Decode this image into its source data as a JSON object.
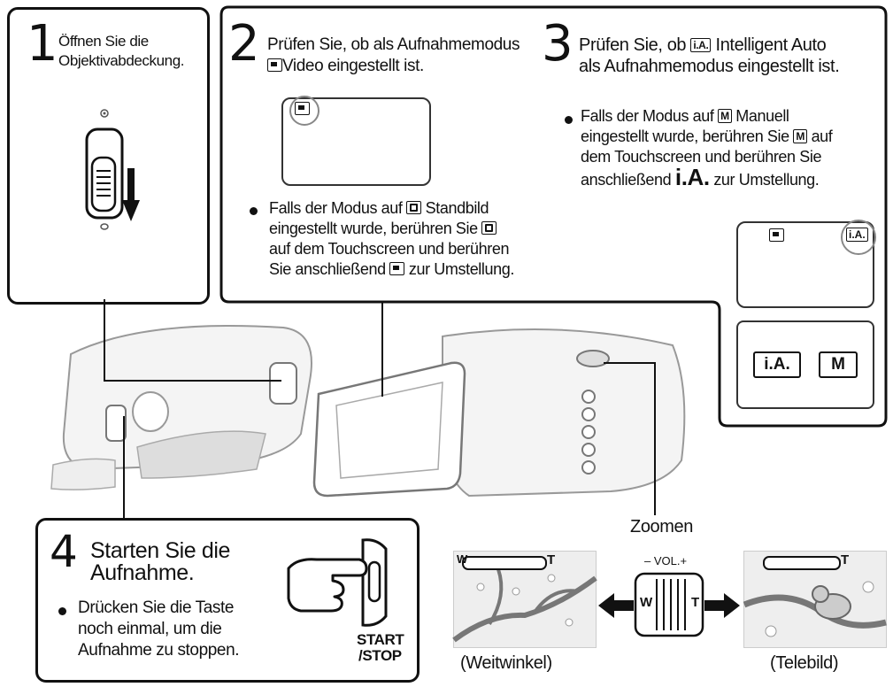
{
  "step1": {
    "number": "1",
    "text_line1": "Öffnen Sie die",
    "text_line2": "Objektivabdeckung."
  },
  "step2": {
    "number": "2",
    "text_line1": "Prüfen Sie, ob als Aufnahmemodus",
    "text_line2": "Video eingestellt ist.",
    "note_line1_a": "Falls der Modus auf ",
    "note_line1_b": " Standbild",
    "note_line2_a": "eingestellt wurde, berühren Sie ",
    "note_line3": "auf dem Touchscreen und berühren",
    "note_line4_a": "Sie anschließend ",
    "note_line4_b": " zur Umstellung."
  },
  "step3": {
    "number": "3",
    "text_line1_a": "Prüfen Sie, ob ",
    "ia_badge": "i.A.",
    "text_line1_b": " Intelligent Auto",
    "text_line2": "als Aufnahmemodus eingestellt ist.",
    "note_line1_a": "Falls der Modus auf ",
    "m_badge": "M",
    "note_line1_b": " Manuell",
    "note_line2_a": "eingestellt wurde, berühren Sie ",
    "note_line2_b": " auf",
    "note_line3": "dem Touchscreen und berühren Sie",
    "note_line4_a": "anschließend ",
    "note_line4_ia": "i.A.",
    "note_line4_b": " zur Umstellung.",
    "screen_badge": "i.A.",
    "button_ia": "i.A.",
    "button_m": "M"
  },
  "step4": {
    "number": "4",
    "title_line1": "Starten Sie die",
    "title_line2": "Aufnahme.",
    "note_line1": "Drücken Sie die Taste",
    "note_line2": "noch einmal, um die",
    "note_line3": "Aufnahme zu stoppen.",
    "button_line1": "START",
    "button_line2": "/STOP"
  },
  "zoom": {
    "label": "Zoomen",
    "vol_label": "– VOL.+",
    "w": "W",
    "t": "T",
    "wide_caption": "(Weitwinkel)",
    "tele_caption": "(Telebild)",
    "bar_w": "W",
    "bar_t": "T"
  }
}
